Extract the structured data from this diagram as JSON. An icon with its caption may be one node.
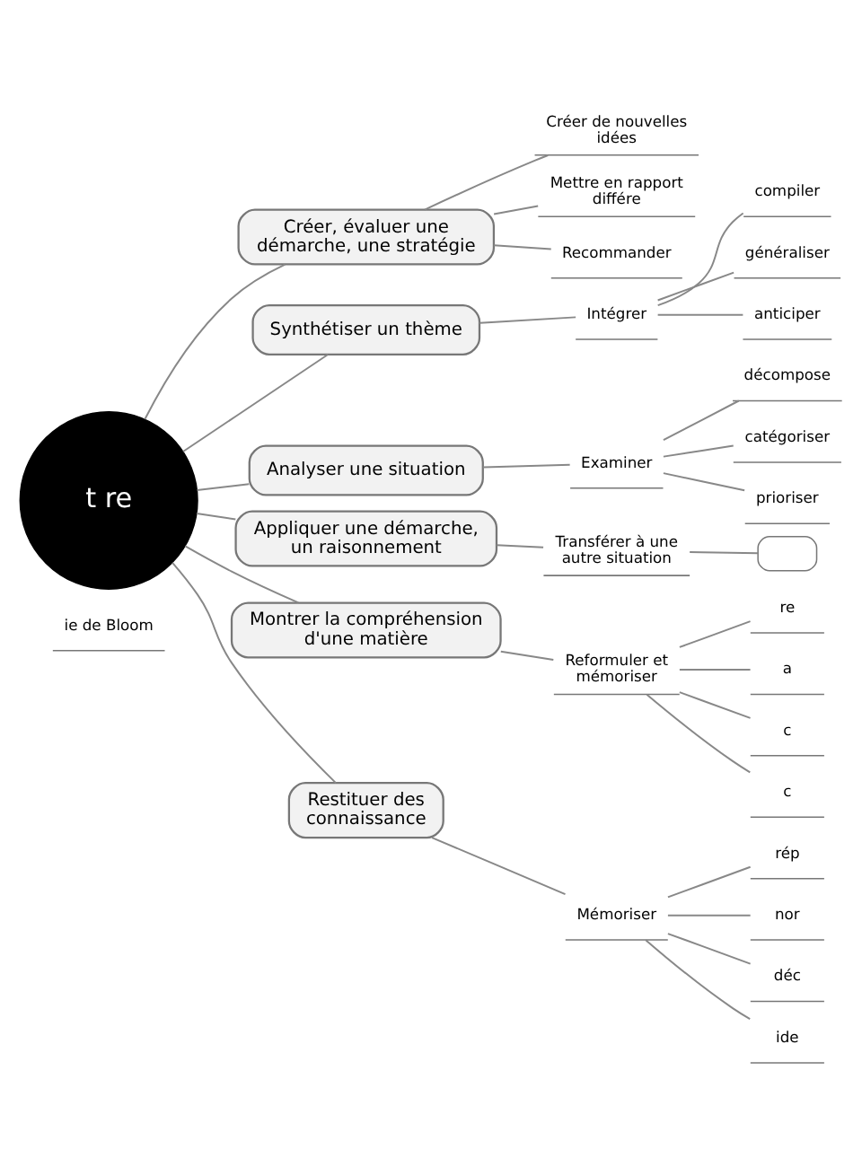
{
  "diagram": {
    "nodes": [
      {
        "text": [
          "t re"
        ],
        "beside": [
          "ie de Bloom"
        ]
      },
      {
        "text": [
          "Créer, évaluer une démarche, une stratégie"
        ]
      },
      {
        "text": [
          "Créer de nouvelles idées"
        ]
      },
      {
        "text": [
          "Mettre en rapport différe"
        ]
      },
      {
        "text": [
          "Recommander"
        ]
      },
      {
        "text": [
          "Synthétiser un thème"
        ]
      },
      {
        "text": [
          "Intégrer"
        ]
      },
      {
        "text": [
          "compiler"
        ]
      },
      {
        "text": [
          "généraliser"
        ]
      },
      {
        "text": [
          "anticiper"
        ]
      },
      {
        "text": [
          "Analyser une situation"
        ]
      },
      {
        "text": [
          "Examiner"
        ]
      },
      {
        "text": [
          "décompose"
        ]
      },
      {
        "text": [
          "catégoriser"
        ]
      },
      {
        "text": [
          "prioriser"
        ]
      },
      {
        "text": [
          "Appliquer une démarche, un raisonnement"
        ]
      },
      {
        "text": [
          "Transférer à une autre situation"
        ]
      },
      {
        "text": [],
        "shape": "box"
      },
      {
        "text": [
          "Montrer la compréhension d'une matière"
        ]
      },
      {
        "text": [
          "Reformuler et mémoriser"
        ]
      },
      {
        "text": [
          "re"
        ]
      },
      {
        "text": [
          "a"
        ]
      },
      {
        "text": [
          "c"
        ]
      },
      {
        "text": [
          "c"
        ]
      },
      {
        "text": [
          "Restituer des connaissance"
        ]
      },
      {
        "text": [
          "Mémoriser"
        ]
      },
      {
        "text": [
          "rép"
        ]
      },
      {
        "text": [
          "nor"
        ]
      },
      {
        "text": [
          "déc"
        ]
      },
      {
        "text": [
          "ide"
        ]
      }
    ],
    "edges": [
      {
        "from": 0,
        "to": 1,
        "arrow": "none"
      },
      {
        "from": 1,
        "to": 2,
        "arrow": "none"
      },
      {
        "from": 1,
        "to": 3,
        "arrow": "none"
      },
      {
        "from": 1,
        "to": 4,
        "arrow": "none"
      },
      {
        "from": 0,
        "to": 5,
        "arrow": "none"
      },
      {
        "from": 5,
        "to": 6,
        "arrow": "none"
      },
      {
        "from": 6,
        "to": 7,
        "arrow": "none"
      },
      {
        "from": 6,
        "to": 8,
        "arrow": "none"
      },
      {
        "from": 6,
        "to": 9,
        "arrow": "none"
      },
      {
        "from": 0,
        "to": 10,
        "arrow": "none"
      },
      {
        "from": 10,
        "to": 11,
        "arrow": "none"
      },
      {
        "from": 11,
        "to": 12,
        "arrow": "none"
      },
      {
        "from": 11,
        "to": 13,
        "arrow": "none"
      },
      {
        "from": 11,
        "to": 14,
        "arrow": "none"
      },
      {
        "from": 0,
        "to": 15,
        "arrow": "none"
      },
      {
        "from": 15,
        "to": 16,
        "arrow": "none"
      },
      {
        "from": 16,
        "to": 17,
        "arrow": "none"
      },
      {
        "from": 0,
        "to": 18,
        "arrow": "none"
      },
      {
        "from": 18,
        "to": 19,
        "arrow": "none"
      },
      {
        "from": 19,
        "to": 20,
        "arrow": "none"
      },
      {
        "from": 19,
        "to": 21,
        "arrow": "none"
      },
      {
        "from": 19,
        "to": 22,
        "arrow": "none"
      },
      {
        "from": 19,
        "to": 23,
        "arrow": "none"
      },
      {
        "from": 0,
        "to": 24,
        "arrow": "none"
      },
      {
        "from": 24,
        "to": 25,
        "arrow": "none"
      },
      {
        "from": 25,
        "to": 26,
        "arrow": "none"
      },
      {
        "from": 25,
        "to": 27,
        "arrow": "none"
      },
      {
        "from": 25,
        "to": 28,
        "arrow": "none"
      },
      {
        "from": 25,
        "to": 29,
        "arrow": "none"
      }
    ]
  }
}
